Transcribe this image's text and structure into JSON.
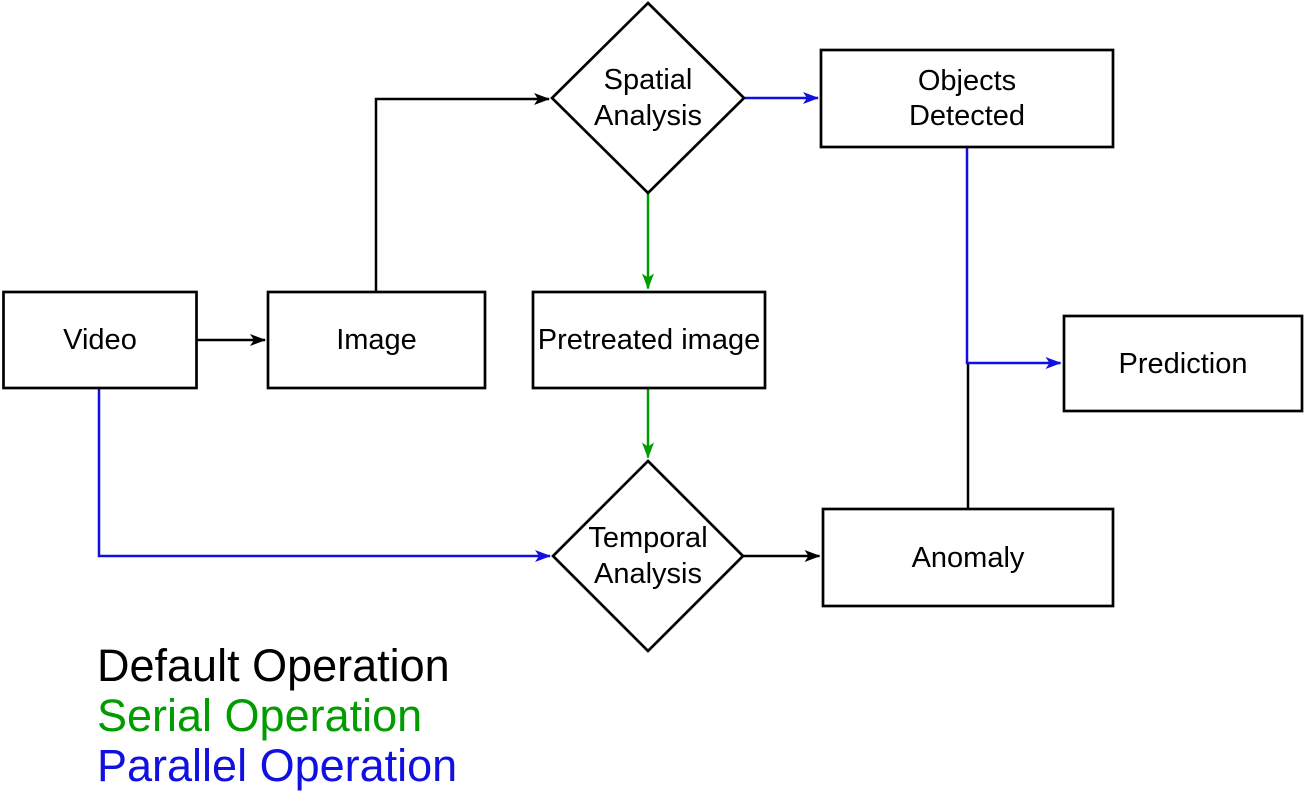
{
  "diagram": {
    "nodes": {
      "video": "Video",
      "image": "Image",
      "pretreated_image": "Pretreated image",
      "spatial_analysis": "Spatial\nAnalysis",
      "objects_detected": "Objects\nDetected",
      "temporal_analysis": "Temporal\nAnalysis",
      "anomaly": "Anomaly",
      "prediction": "Prediction"
    },
    "edges": [
      {
        "from": "Video",
        "to": "Image",
        "operation": "default"
      },
      {
        "from": "Image",
        "to": "Spatial Analysis",
        "operation": "default"
      },
      {
        "from": "Spatial Analysis",
        "to": "Objects Detected",
        "operation": "parallel"
      },
      {
        "from": "Spatial Analysis",
        "to": "Pretreated image",
        "operation": "serial"
      },
      {
        "from": "Pretreated image",
        "to": "Temporal Analysis",
        "operation": "serial"
      },
      {
        "from": "Video",
        "to": "Temporal Analysis",
        "operation": "parallel"
      },
      {
        "from": "Temporal Analysis",
        "to": "Anomaly",
        "operation": "default"
      },
      {
        "from": "Objects Detected",
        "to": "Prediction",
        "operation": "parallel"
      },
      {
        "from": "Anomaly",
        "to": "Prediction",
        "operation": "default"
      }
    ],
    "colors": {
      "default": "#000000",
      "serial": "#009c00",
      "parallel": "#1010e0"
    },
    "legend": [
      {
        "label": "Default Operation",
        "color": "#000000"
      },
      {
        "label": "Serial Operation",
        "color": "#009c00"
      },
      {
        "label": "Parallel Operation",
        "color": "#1010e0"
      }
    ]
  }
}
